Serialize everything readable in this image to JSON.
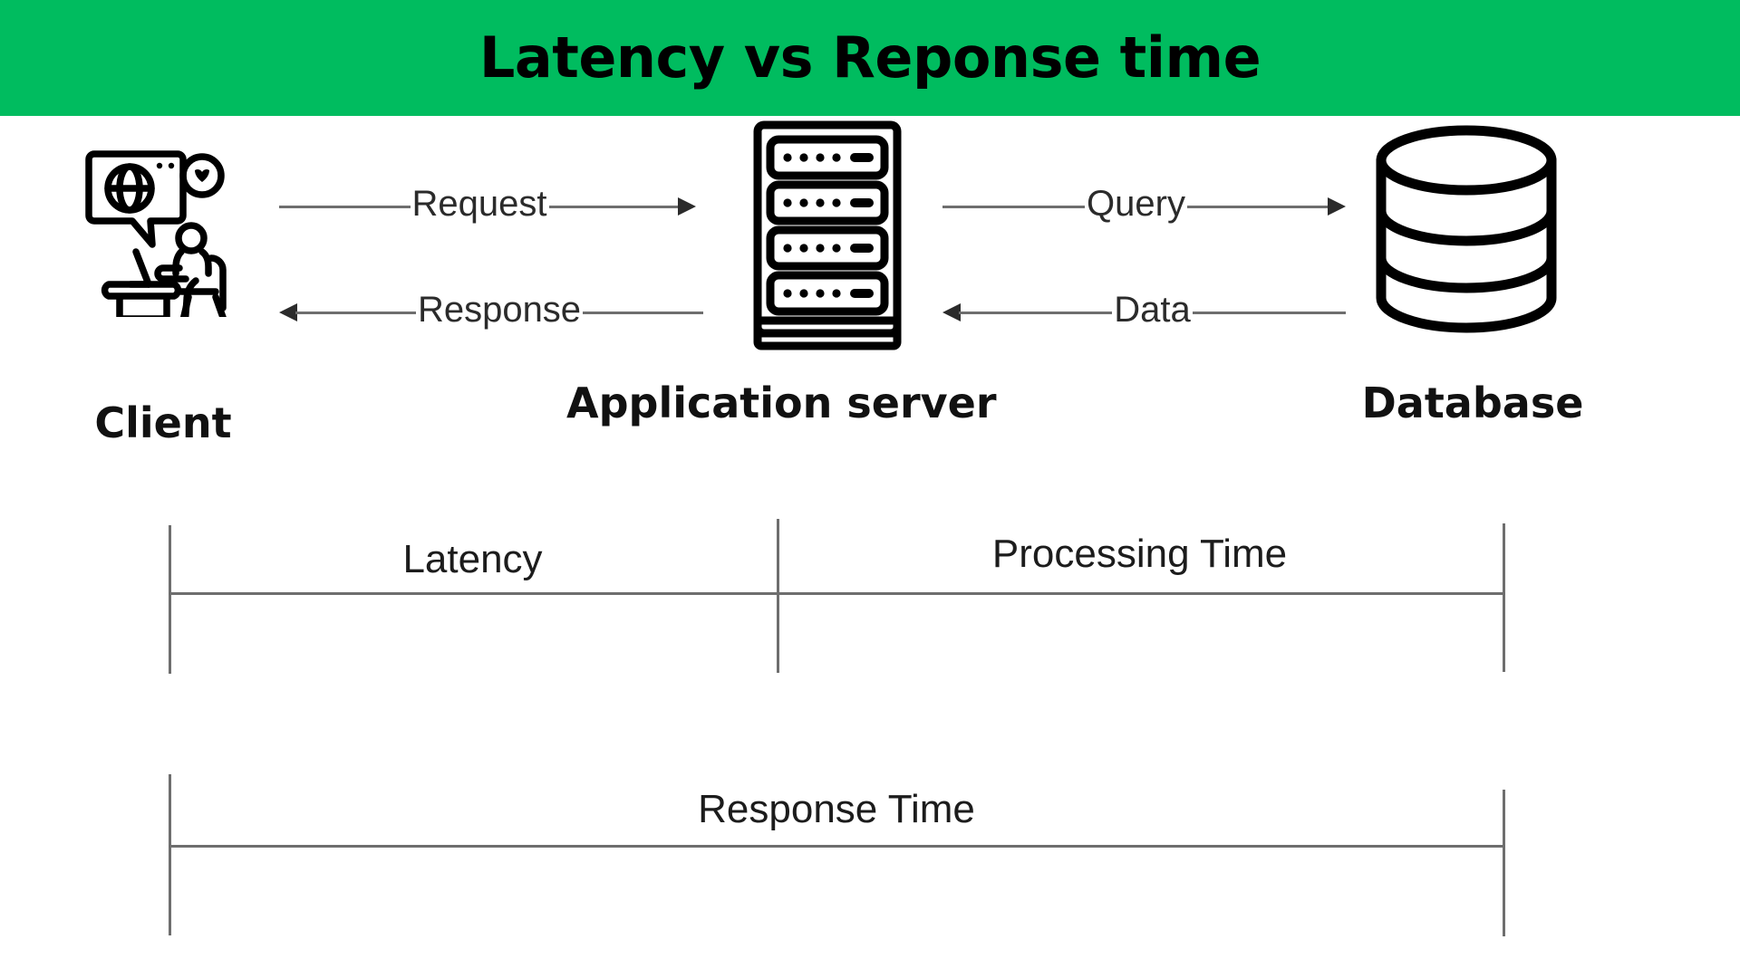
{
  "header": {
    "title": "Latency vs Reponse time",
    "background_color": "#00BC5F",
    "text_color": "#000000"
  },
  "diagram": {
    "nodes": [
      {
        "id": "client",
        "label": "Client",
        "icon": "person-at-desk-with-globe-icon"
      },
      {
        "id": "server",
        "label": "Application server",
        "icon": "server-rack-icon"
      },
      {
        "id": "database",
        "label": "Database",
        "icon": "database-cylinder-icon"
      }
    ],
    "flows": [
      {
        "id": "request",
        "label": "Request",
        "from": "client",
        "to": "server",
        "direction": "right"
      },
      {
        "id": "response",
        "label": "Response",
        "from": "server",
        "to": "client",
        "direction": "left"
      },
      {
        "id": "query",
        "label": "Query",
        "from": "server",
        "to": "database",
        "direction": "right"
      },
      {
        "id": "data",
        "label": "Data",
        "from": "database",
        "to": "server",
        "direction": "left"
      }
    ]
  },
  "timeline": {
    "segments": [
      {
        "id": "latency",
        "label": "Latency"
      },
      {
        "id": "processing_time",
        "label": "Processing Time"
      }
    ],
    "total": {
      "id": "response_time",
      "label": "Response Time"
    }
  },
  "colors": {
    "accent_green": "#00BC5F",
    "line_gray": "#6E6E6E",
    "ink": "#000000"
  }
}
